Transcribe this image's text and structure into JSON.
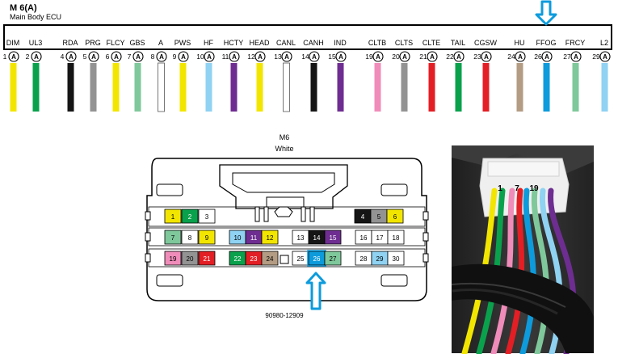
{
  "header": {
    "connector_id": "M 6(A)",
    "component": "Main Body ECU"
  },
  "terminals": [
    {
      "pin": "1",
      "name": "DIM",
      "color": "#f2e600",
      "letter": "A"
    },
    {
      "pin": "2",
      "name": "UL3",
      "color": "#0aa14c",
      "letter": "A"
    },
    {
      "pin": "4",
      "name": "RDA",
      "color": "#151515",
      "letter": "A"
    },
    {
      "pin": "5",
      "name": "PRG",
      "color": "#939393",
      "letter": "A"
    },
    {
      "pin": "6",
      "name": "FLCY",
      "color": "#f2e600",
      "letter": "A"
    },
    {
      "pin": "7",
      "name": "GBS",
      "color": "#7fc89b",
      "letter": "A"
    },
    {
      "pin": "8",
      "name": "A",
      "color": "#ffffff",
      "letter": "A"
    },
    {
      "pin": "9",
      "name": "PWS",
      "color": "#f2e600",
      "letter": "A"
    },
    {
      "pin": "10",
      "name": "HF",
      "color": "#8fd2f2",
      "letter": "A"
    },
    {
      "pin": "11",
      "name": "HCTY",
      "color": "#6e2d91",
      "letter": "A"
    },
    {
      "pin": "12",
      "name": "HEAD",
      "color": "#f2e600",
      "letter": "A"
    },
    {
      "pin": "13",
      "name": "CANL",
      "color": "#ffffff",
      "letter": "A"
    },
    {
      "pin": "14",
      "name": "CANH",
      "color": "#151515",
      "letter": "A"
    },
    {
      "pin": "15",
      "name": "IND",
      "color": "#6e2d91",
      "letter": "A"
    },
    {
      "pin": "19",
      "name": "CLTB",
      "color": "#f08cb9",
      "letter": "A"
    },
    {
      "pin": "20",
      "name": "CLTS",
      "color": "#939393",
      "letter": "A"
    },
    {
      "pin": "21",
      "name": "CLTE",
      "color": "#e31e24",
      "letter": "A"
    },
    {
      "pin": "22",
      "name": "TAIL",
      "color": "#0aa14c",
      "letter": "A"
    },
    {
      "pin": "23",
      "name": "CGSW",
      "color": "#e31e24",
      "letter": "A"
    },
    {
      "pin": "24",
      "name": "HU",
      "color": "#b39c83",
      "letter": "A"
    },
    {
      "pin": "26",
      "name": "FFOG",
      "color": "#0d9bdc",
      "letter": "A"
    },
    {
      "pin": "27",
      "name": "FRCY",
      "color": "#7fc89b",
      "letter": "A"
    },
    {
      "pin": "29",
      "name": "L2",
      "color": "#8fd2f2",
      "letter": "A"
    }
  ],
  "highlighted_pin": "26",
  "highlight_color": "#0d9bdc",
  "connector": {
    "title": "M6",
    "subtitle": "White",
    "part_number": "90980-12909",
    "rows": [
      [
        {
          "pin": "1",
          "color": "#f2e600"
        },
        {
          "pin": "2",
          "color": "#0aa14c"
        },
        {
          "pin": "3",
          "color": "#ffffff"
        },
        {
          "pin": "4",
          "color": "#151515"
        },
        {
          "pin": "5",
          "color": "#939393"
        },
        {
          "pin": "6",
          "color": "#f2e600"
        }
      ],
      [
        {
          "pin": "7",
          "color": "#7fc89b"
        },
        {
          "pin": "8",
          "color": "#ffffff"
        },
        {
          "pin": "9",
          "color": "#f2e600"
        },
        {
          "pin": "10",
          "color": "#8fd2f2"
        },
        {
          "pin": "11",
          "color": "#6e2d91"
        },
        {
          "pin": "12",
          "color": "#f2e600"
        },
        {
          "pin": "13",
          "color": "#ffffff"
        },
        {
          "pin": "14",
          "color": "#151515"
        },
        {
          "pin": "15",
          "color": "#6e2d91"
        },
        {
          "pin": "16",
          "color": "#ffffff"
        },
        {
          "pin": "17",
          "color": "#ffffff"
        },
        {
          "pin": "18",
          "color": "#ffffff"
        }
      ],
      [
        {
          "pin": "19",
          "color": "#f08cb9"
        },
        {
          "pin": "20",
          "color": "#939393"
        },
        {
          "pin": "21",
          "color": "#e31e24"
        },
        {
          "pin": "22",
          "color": "#0aa14c"
        },
        {
          "pin": "23",
          "color": "#e31e24"
        },
        {
          "pin": "24",
          "color": "#b39c83"
        },
        {
          "pin": "25",
          "color": "#ffffff"
        },
        {
          "pin": "26",
          "color": "#0d9bdc"
        },
        {
          "pin": "27",
          "color": "#7fc89b"
        },
        {
          "pin": "28",
          "color": "#ffffff"
        },
        {
          "pin": "29",
          "color": "#8fd2f2"
        },
        {
          "pin": "30",
          "color": "#ffffff"
        }
      ]
    ]
  },
  "photo": {
    "pin_labels": [
      "1",
      "7",
      "19"
    ],
    "wire_colors": [
      "#f2e600",
      "#0aa14c",
      "#f08cb9",
      "#e31e24",
      "#0d9bdc",
      "#7fc89b",
      "#8fd2f2",
      "#6e2d91"
    ]
  }
}
